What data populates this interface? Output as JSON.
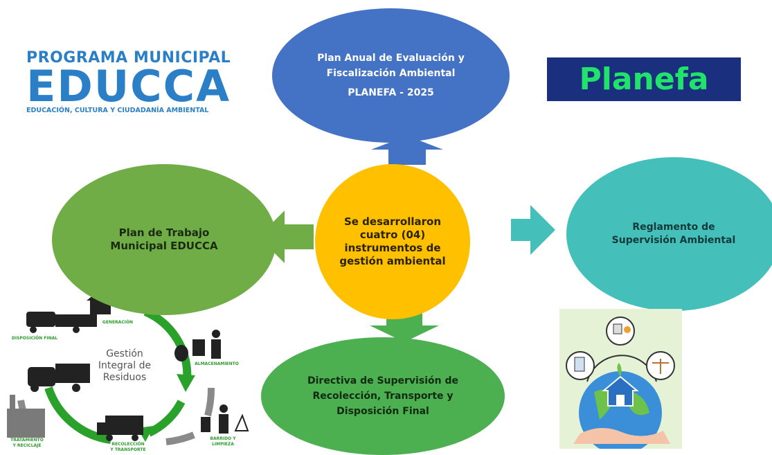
{
  "educca_logo": {
    "line1": "PROGRAMA MUNICIPAL",
    "line2": "EDUCCA",
    "line3": "EDUCACIÓN, CULTURA Y CIUDADANÍA AMBIENTAL"
  },
  "planefa_logo": {
    "text": "Planefa"
  },
  "nodes": {
    "top": {
      "line1": "Plan Anual de Evaluación y",
      "line2": "Fiscalización Ambiental",
      "line3": "PLANEFA - 2025"
    },
    "left": {
      "line1": "Plan de Trabajo",
      "line2": "Municipal EDUCCA"
    },
    "right": {
      "line1": "Reglamento de",
      "line2": "Supervisión Ambiental"
    },
    "center": {
      "line1": "Se desarrollaron",
      "line2": "cuatro (04)",
      "line3": "instrumentos de",
      "line4": "gestión ambiental"
    },
    "bottom": {
      "line1": "Directiva de Supervisión de",
      "line2": "Recolección, Transporte y",
      "line3": "Disposición Final"
    }
  },
  "residue_cycle": {
    "title_line1": "Gestión",
    "title_line2": "Integral de",
    "title_line3": "Residuos",
    "stages": {
      "generacion": "GENERACIÓN",
      "almacenamiento": "ALMACENAMIENTO",
      "barrido_l1": "BARRIDO Y",
      "barrido_l2": "LIMPIEZA",
      "recoleccion_l1": "RECOLECCIÓN",
      "recoleccion_l2": "Y TRANSPORTE",
      "tratamiento_l1": "TRATAMIENTO",
      "tratamiento_l2": "Y RECICLAJE",
      "disposicion": "DISPOSICIÓN FINAL"
    }
  },
  "colors": {
    "top": "#4472c4",
    "left": "#70ad47",
    "right": "#45bfb9",
    "center": "#ffc000",
    "bottom": "#4caf50"
  }
}
